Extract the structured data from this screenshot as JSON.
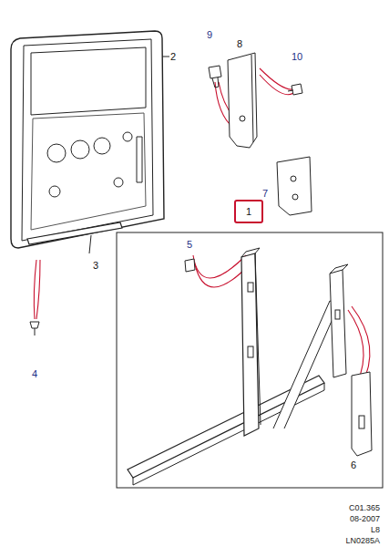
{
  "diagram": {
    "nodes": [
      {
        "text": [
          "1"
        ]
      }
    ],
    "labels": [
      "2",
      "3",
      "4",
      "5",
      "6",
      "7",
      "8",
      "9",
      "10",
      "C01.365",
      "08-2007",
      "L8",
      "LN0285A"
    ]
  }
}
